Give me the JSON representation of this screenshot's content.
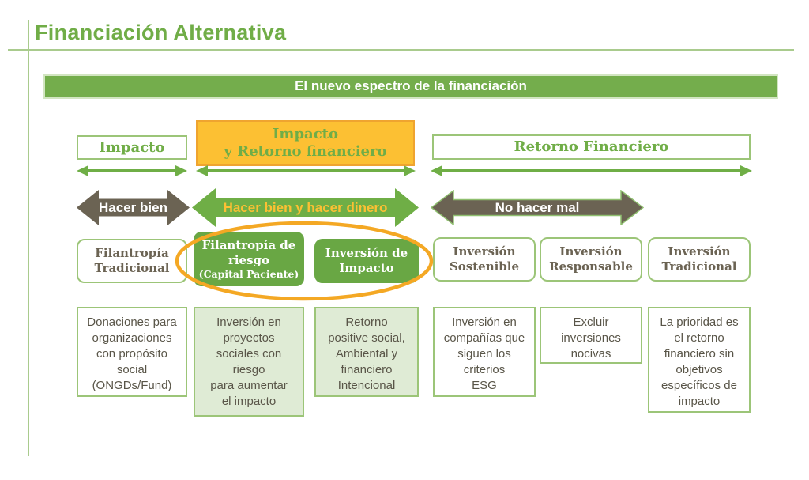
{
  "title": "Financiación Alternativa",
  "banner": {
    "label": "El nuevo espectro de la financiación"
  },
  "headers": [
    {
      "label": "Impacto"
    },
    {
      "label": "Impacto\ny Retorno financiero"
    },
    {
      "label": "Retorno Financiero"
    }
  ],
  "block_arrows": [
    {
      "label": "Hacer bien"
    },
    {
      "label": "Hacer bien y hacer dinero"
    },
    {
      "label": "No hacer mal"
    }
  ],
  "categories": [
    {
      "label": "Filantropía\nTradicional"
    },
    {
      "label": "Filantropía de\nriesgo",
      "sub": "(Capital Paciente)"
    },
    {
      "label": "Inversión de\nImpacto"
    },
    {
      "label": "Inversión\nSostenible"
    },
    {
      "label": "Inversión\nResponsable"
    },
    {
      "label": "Inversión\nTradicional"
    }
  ],
  "descriptions": [
    {
      "text": "Donaciones para\norganizaciones\ncon propósito\nsocial\n(ONGDs/Fund)"
    },
    {
      "text": "Inversión en\nproyectos\nsociales con\nriesgo\npara aumentar\nel impacto"
    },
    {
      "text": "Retorno\npositive social,\nAmbiental y\nfinanciero\nIntencional"
    },
    {
      "text": "Inversión en\ncompañías que\nsiguen los\ncriterios\nESG"
    },
    {
      "text": "Excluir\ninversiones\nnocivas"
    },
    {
      "text": "La prioridad es\nel retorno\nfinanciero sin\nobjetivos\nespecíficos de\nimpacto"
    }
  ],
  "colors": {
    "green_accent": "#70ad47",
    "banner_fill": "#74ad4c",
    "green_box_fill": "#69a744",
    "light_green_fill": "#dfebd5",
    "yellow_fill": "#fcc033",
    "yellow_border": "#efa42f",
    "dark_arrow": "#6b6353",
    "ellipse_orange": "#f4a824",
    "body_text": "#595548"
  }
}
